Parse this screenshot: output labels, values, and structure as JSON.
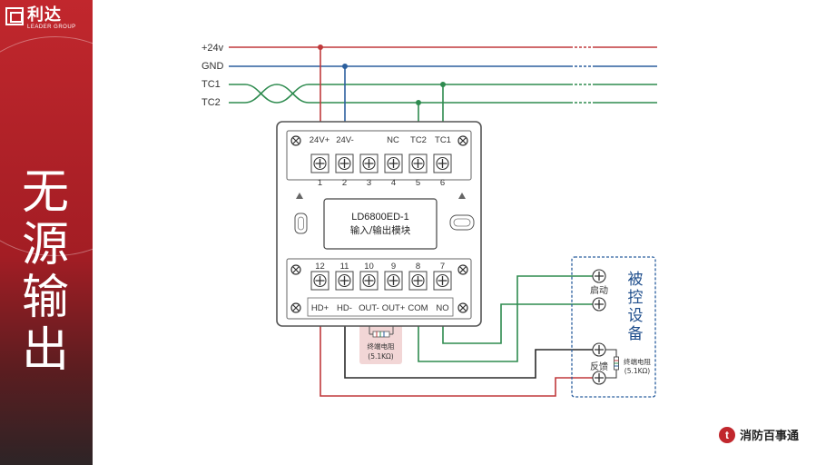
{
  "brand": {
    "name_cn": "利达",
    "name_en": "LEADER GROUP"
  },
  "side_title": [
    "无",
    "源",
    "输",
    "出"
  ],
  "buses": {
    "p24": "+24v",
    "gnd": "GND",
    "tc1": "TC1",
    "tc2": "TC2"
  },
  "module": {
    "model": "LD6800ED-1",
    "name": "输入/输出模块",
    "top_labels": [
      "24V+",
      "24V-",
      "NC",
      "TC2",
      "TC1"
    ],
    "top_numbers": [
      "1",
      "2",
      "3",
      "4",
      "5",
      "6"
    ],
    "bottom_numbers": [
      "12",
      "11",
      "10",
      "9",
      "8",
      "7"
    ],
    "bottom_labels": [
      "HD+",
      "HD-",
      "OUT-",
      "OUT+",
      "COM",
      "NO"
    ]
  },
  "module_resistor": {
    "name": "终端电阻",
    "value": "(5.1KΩ)"
  },
  "device": {
    "title": [
      "被",
      "控",
      "设",
      "备"
    ],
    "start_label": "启动",
    "feedback_label": "反馈",
    "resistor_name": "终端电阻",
    "resistor_value": "(5.1KΩ)"
  },
  "footer": {
    "icon": "t",
    "text": "消防百事通"
  },
  "colors": {
    "p24": "#c0393b",
    "gnd": "#2b5f9e",
    "tc": "#2e8b4f",
    "black": "#2a2a2a",
    "sidebar": "#c1272d"
  }
}
